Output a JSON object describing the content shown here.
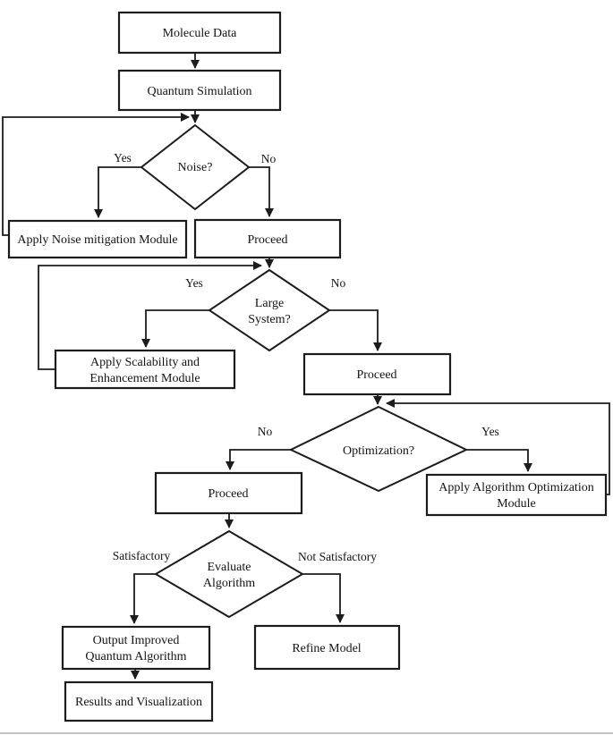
{
  "diagram": {
    "background": "#ffffff",
    "colors": {
      "line": "#1c1c1c",
      "text": "#141414",
      "scan_band": "#b0b0b0"
    },
    "nodes": {
      "molecule_data": {
        "shape": "process",
        "label": "Molecule Data"
      },
      "quantum_simulation": {
        "shape": "process",
        "label": "Quantum Simulation"
      },
      "noise": {
        "shape": "decision",
        "label": "Noise?"
      },
      "apply_noise_mitigation": {
        "shape": "process",
        "label": "Apply Noise mitigation Module"
      },
      "proceed_after_noise": {
        "shape": "process",
        "label": "Proceed"
      },
      "large_system": {
        "shape": "decision",
        "label_line1": "Large",
        "label_line2": "System?"
      },
      "apply_scalability": {
        "shape": "process",
        "label_line1": "Apply Scalability and",
        "label_line2": "Enhancement Module"
      },
      "proceed_after_large_system": {
        "shape": "process",
        "label": "Proceed"
      },
      "optimization": {
        "shape": "decision",
        "label": "Optimization?"
      },
      "apply_algorithm_optimization": {
        "shape": "process",
        "label_line1": "Apply Algorithm Optimization",
        "label_line2": "Module"
      },
      "proceed_after_optimization": {
        "shape": "process",
        "label": "Proceed"
      },
      "evaluate_algorithm": {
        "shape": "decision",
        "label_line1": "Evaluate",
        "label_line2": "Algorithm"
      },
      "output_improved_algorithm": {
        "shape": "process",
        "label_line1": "Output Improved",
        "label_line2": "Quantum Algorithm"
      },
      "refine_model": {
        "shape": "process",
        "label": "Refine Model"
      },
      "results_visualization": {
        "shape": "process",
        "label": "Results and Visualization"
      }
    },
    "edge_labels": {
      "noise_yes": "Yes",
      "noise_no": "No",
      "large_system_yes": "Yes",
      "large_system_no": "No",
      "optimization_no": "No",
      "optimization_yes": "Yes",
      "evaluate_satisfactory": "Satisfactory",
      "evaluate_not_satisfactory": "Not Satisfactory"
    }
  }
}
